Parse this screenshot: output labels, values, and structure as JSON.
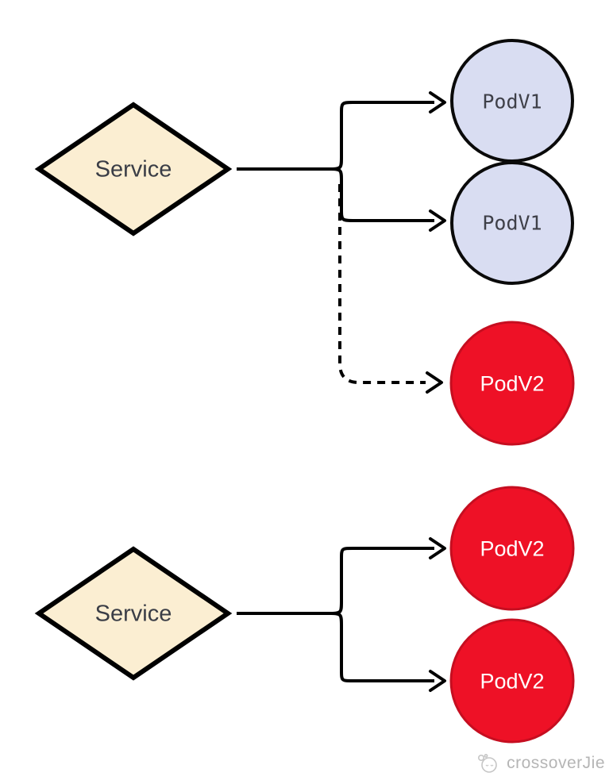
{
  "diagram": {
    "title_hint": "service-to-pod-routing-diagram",
    "sections": [
      {
        "name": "top",
        "service": {
          "label": "Service",
          "shape": "diamond"
        },
        "pods": [
          {
            "label": "PodV1",
            "variant": "v1",
            "link": "solid-arrow"
          },
          {
            "label": "PodV1",
            "variant": "v1",
            "link": "solid-arrow"
          },
          {
            "label": "PodV2",
            "variant": "v2",
            "link": "dashed-arrow"
          }
        ]
      },
      {
        "name": "bottom",
        "service": {
          "label": "Service",
          "shape": "diamond"
        },
        "pods": [
          {
            "label": "PodV2",
            "variant": "v2",
            "link": "solid-arrow"
          },
          {
            "label": "PodV2",
            "variant": "v2",
            "link": "solid-arrow"
          }
        ]
      }
    ],
    "colors": {
      "background": "#FFFFFF",
      "service_fill": "#FBEED2",
      "service_stroke": "#000000",
      "service_text": "#3A3D46",
      "pod_v1_fill": "#D9DDF2",
      "pod_v1_stroke": "#0A0A0A",
      "pod_v1_text": "#3F4049",
      "pod_v2_fill": "#EE1126",
      "pod_v2_stroke": "#C60E20",
      "pod_v2_text": "#FFFFFF",
      "connector": "#000000",
      "watermark_text_color": "#B5B5B5"
    },
    "watermark": {
      "label": "crossoverJie",
      "icon": "cat-doodle-logo-icon"
    }
  }
}
